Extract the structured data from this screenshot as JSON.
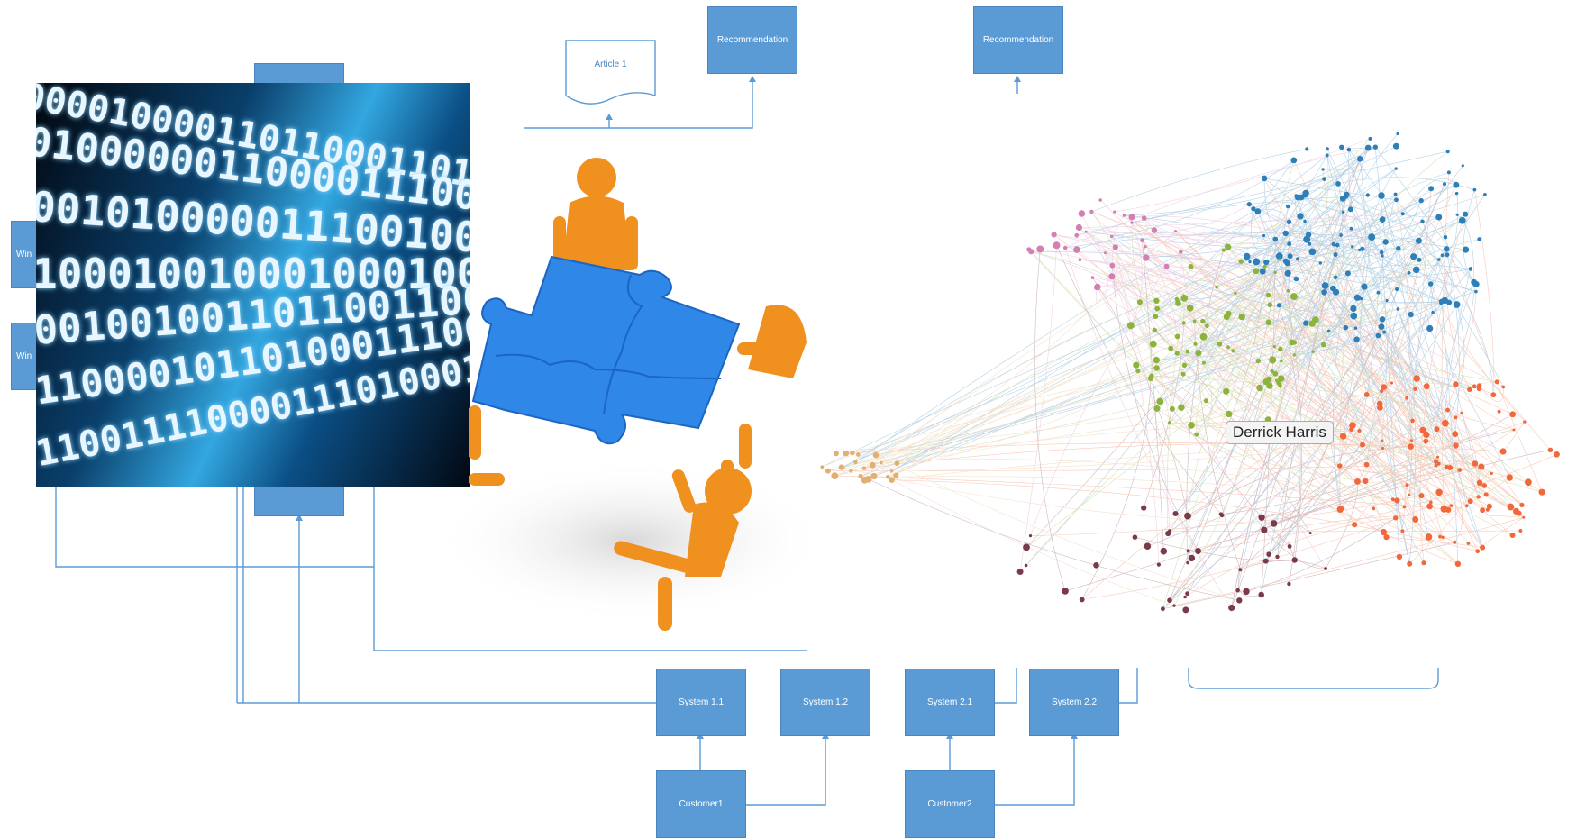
{
  "boxes": {
    "article": "Article 1",
    "recommendation_1": "Recommendation",
    "recommendation_2": "Recommendation",
    "window_1": "Win",
    "window_2": "Win",
    "system_11": "System 1.1",
    "system_12": "System 1.2",
    "system_21": "System 2.1",
    "system_22": "System 2.2",
    "customer1": "Customer1",
    "customer2": "Customer2"
  },
  "network": {
    "node_label": "Derrick Harris",
    "colors": {
      "blue": "#2e7fb8",
      "green": "#8cb43c",
      "orange": "#f0683c",
      "pink": "#d37fb4",
      "tan": "#e0b070",
      "dark": "#7a3a4a"
    }
  },
  "colors": {
    "box_fill": "#5b9bd5",
    "connector": "#5b9bd5",
    "puzzle_blue": "#2f87e8",
    "figure_orange": "#f0901e"
  },
  "images": {
    "binary_icon": "binary-data-image",
    "teamwork_icon": "puzzle-teamwork-image",
    "network_icon": "social-network-graph"
  }
}
